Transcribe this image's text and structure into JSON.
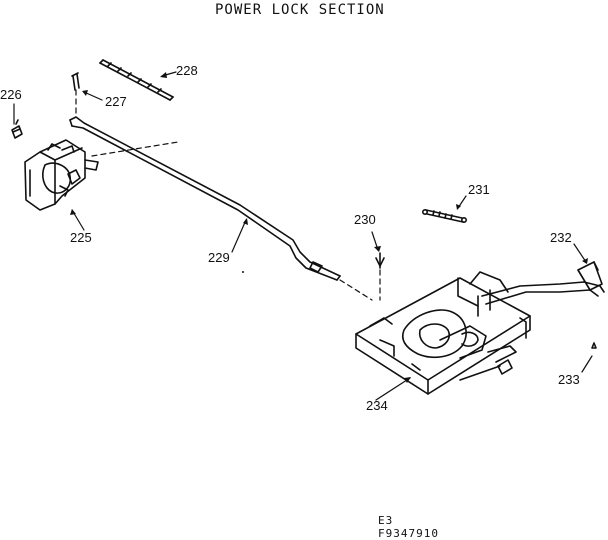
{
  "title": "POWER LOCK SECTION",
  "callouts": {
    "p225": "225",
    "p226": "226",
    "p227": "227",
    "p228": "228",
    "p229": "229",
    "p230": "230",
    "p231": "231",
    "p232": "232",
    "p233": "233",
    "p234": "234"
  },
  "footer": {
    "line1": "E3",
    "line2": "F9347910"
  }
}
